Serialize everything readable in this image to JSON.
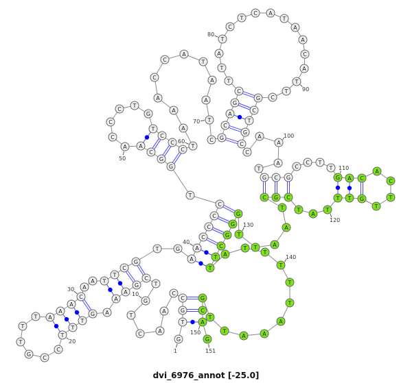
{
  "title": "dvi_6976_annot [-25.0]",
  "sequence": [
    "G",
    "T",
    "G",
    "C",
    "C",
    "A",
    "A",
    "C",
    "T",
    "G",
    "T",
    "C",
    "G",
    "A",
    "A",
    "A",
    "G",
    "T",
    "T",
    "T",
    "C",
    "C",
    "G",
    "T",
    "T",
    "T",
    "A",
    "A",
    "A",
    "C",
    "A",
    "A",
    "T",
    "T",
    "C",
    "G",
    "T",
    "G",
    "A",
    "A",
    "C",
    "C",
    "C",
    "C",
    "T",
    "G",
    "G",
    "C",
    "A",
    "A",
    "C",
    "C",
    "C",
    "T",
    "G",
    "T",
    "C",
    "C",
    "C",
    "T",
    "A",
    "A",
    "A",
    "C",
    "C",
    "A",
    "T",
    "A",
    "A",
    "T",
    "C",
    "G",
    "C",
    "A",
    "G",
    "C",
    "T",
    "T",
    "A",
    "T",
    "C",
    "T",
    "C",
    "A",
    "T",
    "A",
    "A",
    "C",
    "A",
    "T",
    "T",
    "C",
    "G",
    "C",
    "T",
    "G",
    "C",
    "C",
    "A",
    "A",
    "A",
    "T",
    "G",
    "C",
    "G",
    "C",
    "C",
    "T",
    "T",
    "G",
    "A",
    "C",
    "A",
    "C",
    "T",
    "T",
    "G",
    "T",
    "T",
    "T",
    "A",
    "T",
    "C",
    "G",
    "C",
    "T",
    "A",
    "A",
    "T",
    "T",
    "G",
    "G",
    "G",
    "C",
    "T",
    "T",
    "A",
    "T",
    "T",
    "T",
    "T",
    "T",
    "A",
    "A",
    "A",
    "T",
    "T",
    "G",
    "C",
    "A",
    "G"
  ],
  "highlighted_range": [
    110,
    151
  ],
  "index_labels": [
    "1",
    "10",
    "20",
    "30",
    "40",
    "50",
    "60",
    "70",
    "80",
    "90",
    "100",
    "110",
    "120",
    "130",
    "140",
    "150",
    "151"
  ],
  "pairs": [
    {
      "i": 2,
      "j": 150,
      "type": "wobble"
    },
    {
      "i": 3,
      "j": 149,
      "type": "canonical"
    },
    {
      "i": 4,
      "j": 148,
      "type": "canonical"
    },
    {
      "i": 12,
      "j": 36,
      "type": "canonical"
    },
    {
      "i": 13,
      "j": 35,
      "type": "canonical"
    },
    {
      "i": 14,
      "j": 34,
      "type": "wobble"
    },
    {
      "i": 15,
      "j": 33,
      "type": "wobble"
    },
    {
      "i": 17,
      "j": 30,
      "type": "canonical"
    },
    {
      "i": 18,
      "j": 29,
      "type": "wobble"
    },
    {
      "i": 19,
      "j": 28,
      "type": "wobble"
    },
    {
      "i": 20,
      "j": 27,
      "type": "wobble"
    },
    {
      "i": 39,
      "j": 136,
      "type": "wobble"
    },
    {
      "i": 40,
      "j": 135,
      "type": "wobble"
    },
    {
      "i": 41,
      "j": 134,
      "type": "canonical"
    },
    {
      "i": 42,
      "j": 133,
      "type": "canonical"
    },
    {
      "i": 43,
      "j": 132,
      "type": "canonical"
    },
    {
      "i": 44,
      "j": 131,
      "type": "canonical"
    },
    {
      "i": 46,
      "j": 59,
      "type": "canonical"
    },
    {
      "i": 47,
      "j": 58,
      "type": "canonical"
    },
    {
      "i": 48,
      "j": 57,
      "type": "canonical"
    },
    {
      "i": 49,
      "j": 56,
      "type": "wobble"
    },
    {
      "i": 72,
      "j": 97,
      "type": "canonical"
    },
    {
      "i": 73,
      "j": 96,
      "type": "canonical"
    },
    {
      "i": 74,
      "j": 95,
      "type": "wobble"
    },
    {
      "i": 75,
      "j": 94,
      "type": "canonical"
    },
    {
      "i": 76,
      "j": 93,
      "type": "canonical"
    },
    {
      "i": 103,
      "j": 125,
      "type": "canonical"
    },
    {
      "i": 104,
      "j": 124,
      "type": "canonical"
    },
    {
      "i": 105,
      "j": 123,
      "type": "canonical"
    },
    {
      "i": 110,
      "j": 119,
      "type": "wobble"
    },
    {
      "i": 111,
      "j": 118,
      "type": "wobble"
    },
    {
      "i": 112,
      "j": 117,
      "type": "canonical"
    }
  ],
  "colors": {
    "highlight": "#7fe31a",
    "base": "#f0f0f0",
    "pair": "#4848ff",
    "dot": "#0000ff"
  }
}
